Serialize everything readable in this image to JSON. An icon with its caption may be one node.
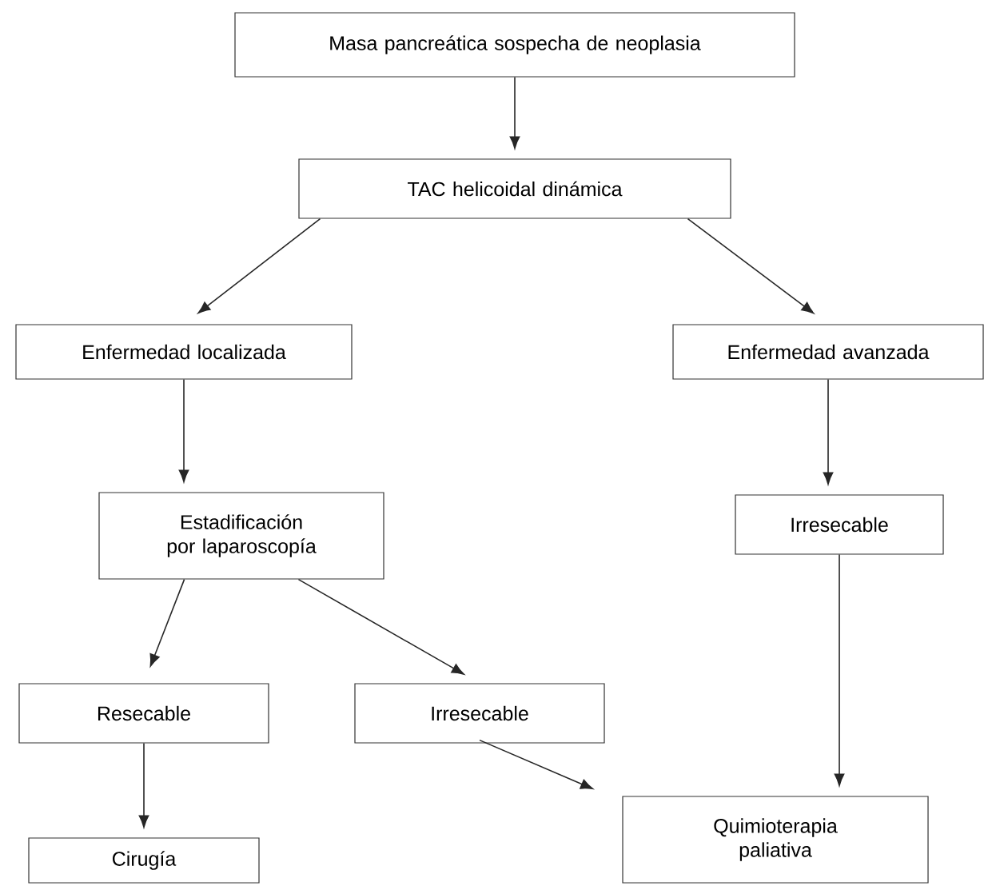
{
  "diagram": {
    "nodes": [
      {
        "text": [
          "Masa pancreática sospecha de neoplasia"
        ]
      },
      {
        "text": [
          "TAC helicoidal dinámica"
        ]
      },
      {
        "text": [
          "Enfermedad localizada"
        ]
      },
      {
        "text": [
          "Enfermedad avanzada"
        ]
      },
      {
        "text": [
          "Estadificación por laparoscopía"
        ]
      },
      {
        "text": [
          "Irresecable"
        ]
      },
      {
        "text": [
          "Resecable"
        ]
      },
      {
        "text": [
          "Irresecable"
        ]
      },
      {
        "text": [
          "Cirugía"
        ]
      },
      {
        "text": [
          "Quimioterapia paliativa"
        ]
      }
    ],
    "edges": [
      {
        "from": 0,
        "to": 1,
        "arrow": "to"
      },
      {
        "from": 1,
        "to": 2,
        "arrow": "to"
      },
      {
        "from": 1,
        "to": 3,
        "arrow": "to"
      },
      {
        "from": 2,
        "to": 4,
        "arrow": "to"
      },
      {
        "from": 3,
        "to": 5,
        "arrow": "to"
      },
      {
        "from": 4,
        "to": 6,
        "arrow": "to"
      },
      {
        "from": 4,
        "to": 7,
        "arrow": "to"
      },
      {
        "from": 6,
        "to": 8,
        "arrow": "to"
      },
      {
        "from": 7,
        "to": 9,
        "arrow": "to"
      },
      {
        "from": 5,
        "to": 9,
        "arrow": "to"
      }
    ]
  }
}
